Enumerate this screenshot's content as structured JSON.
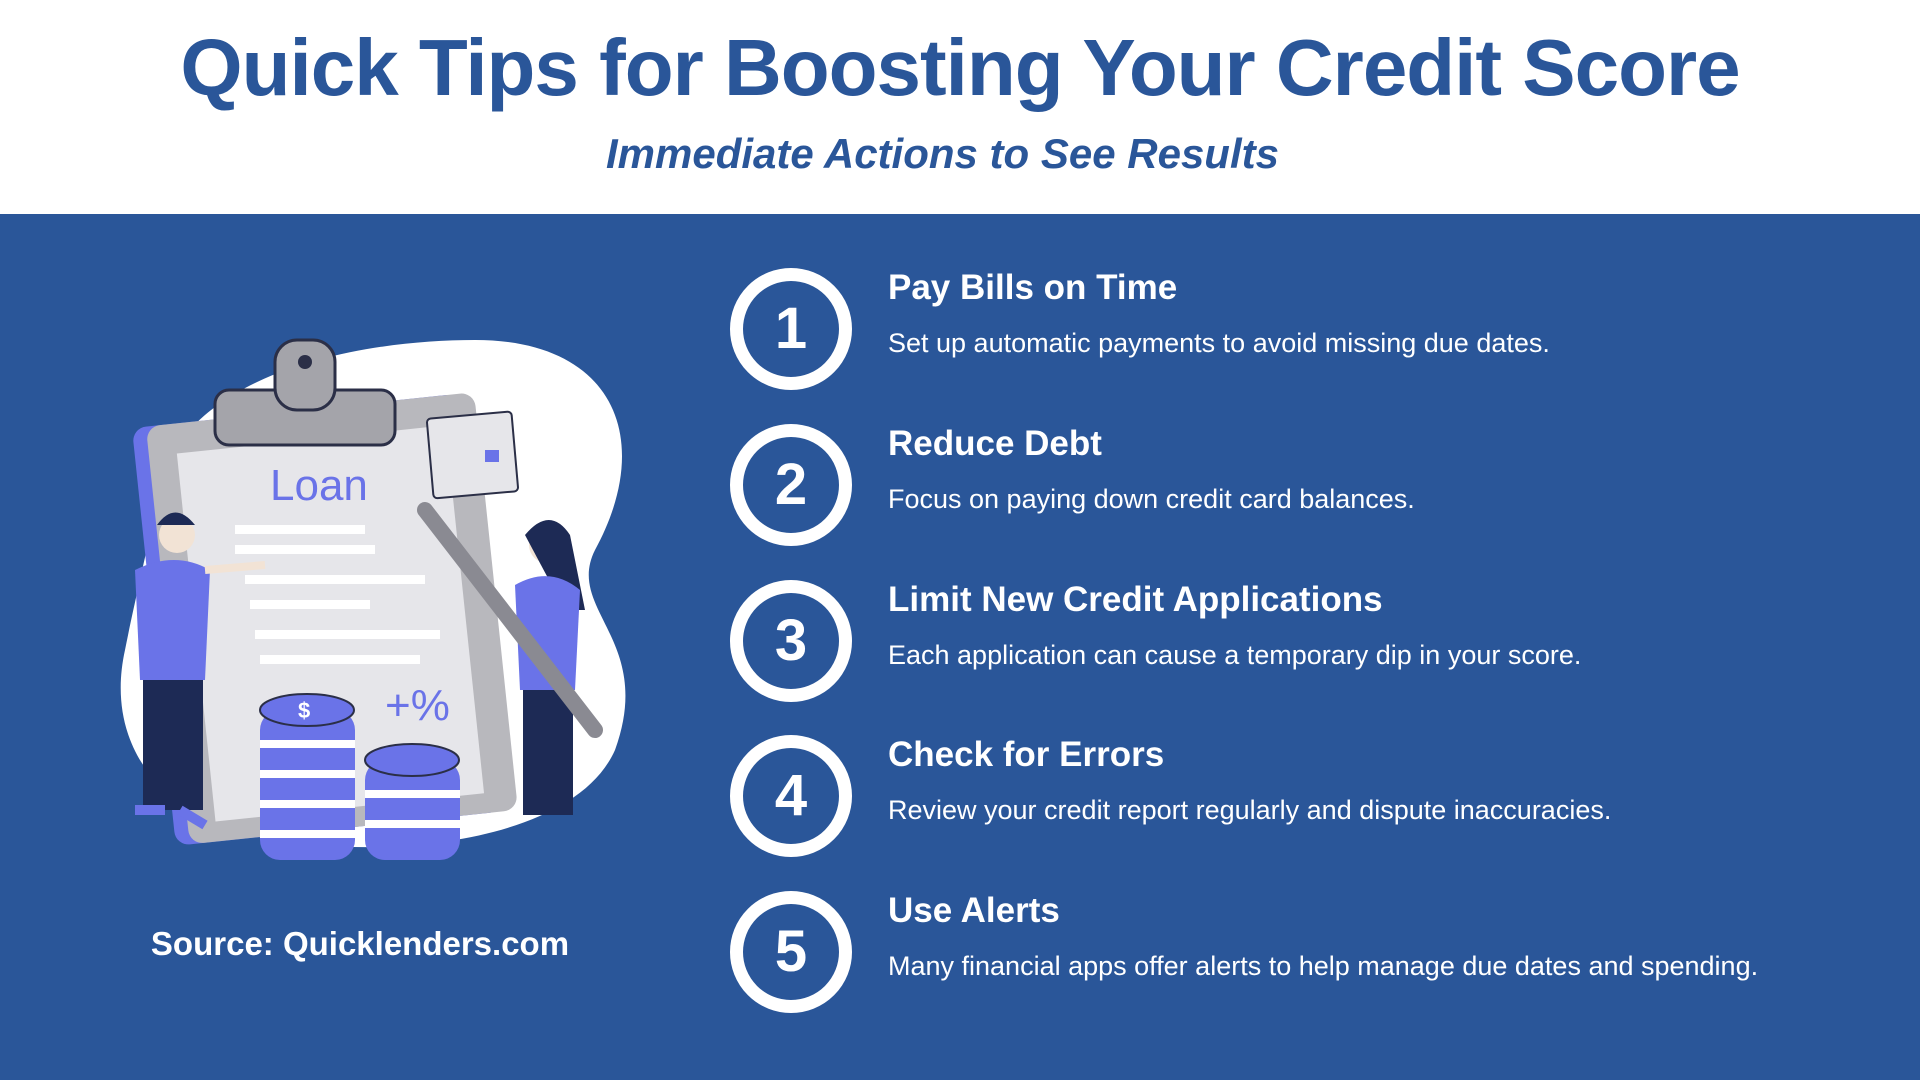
{
  "header": {
    "title": "Quick Tips for Boosting Your Credit Score",
    "subtitle": "Immediate Actions to See Results"
  },
  "illustration": {
    "clipboard_label": "Loan",
    "badge": "+%",
    "coin_symbol": "$"
  },
  "source": "Source: Quicklenders.com",
  "tips": [
    {
      "number": "1",
      "title": "Pay Bills on Time",
      "desc": "Set up automatic payments to avoid missing due dates."
    },
    {
      "number": "2",
      "title": "Reduce Debt",
      "desc": "Focus on paying down credit card balances."
    },
    {
      "number": "3",
      "title": "Limit New Credit Applications",
      "desc": "Each application can cause a temporary dip in your score."
    },
    {
      "number": "4",
      "title": "Check for Errors",
      "desc": "Review your credit report regularly and dispute inaccuracies."
    },
    {
      "number": "5",
      "title": "Use Alerts",
      "desc": "Many financial apps offer alerts to help manage due dates and spending."
    }
  ],
  "colors": {
    "brand_blue": "#2a5699",
    "accent_purple": "#6a73e8",
    "white": "#ffffff"
  }
}
